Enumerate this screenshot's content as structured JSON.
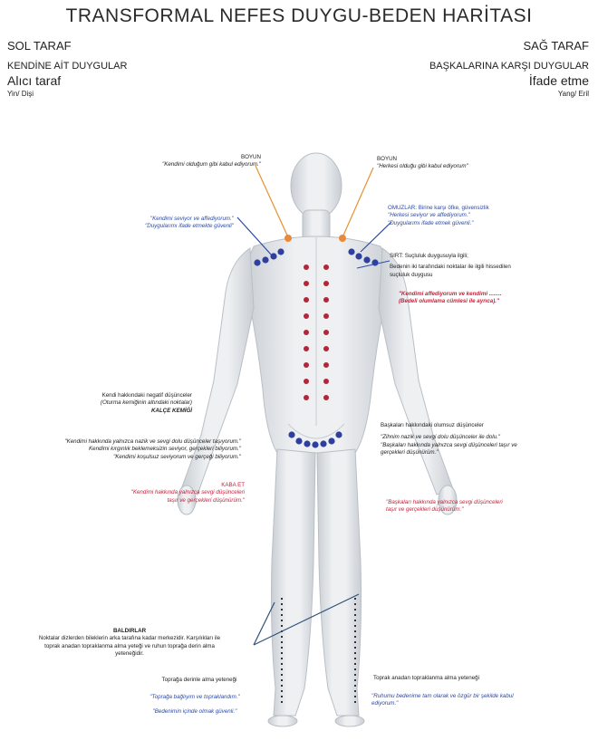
{
  "title": "TRANSFORMAL NEFES DUYGU-BEDEN HARİTASI",
  "left_side": {
    "heading": "SOL TARAF",
    "subheading": "KENDİNE AİT DUYGULAR",
    "role": "Alıcı taraf",
    "energy": "Yin/ Dişi"
  },
  "right_side": {
    "heading": "SAĞ TARAF",
    "subheading": "BAŞKALARINA KARŞI DUYGULAR",
    "role": "İfade etme",
    "energy": "Yang/ Eril"
  },
  "annotations": {
    "neck_left": {
      "label": "BOYUN",
      "quote": "\"Kendimi olduğum gibi kabul ediyorum.\""
    },
    "neck_right": {
      "label": "BOYUN",
      "quote": "\"Herkesi olduğu gibi kabul ediyorum\""
    },
    "shoulder_left": {
      "line1": "\"Kendimi seviyor ve affediyorum.\"",
      "line2": "\"Duygularımı ifade etmekte güvenli\""
    },
    "shoulder_right": {
      "label": "OMUZLAR: Birine karşı öfke, güvensizlik",
      "line1": "\"Herkesi seviyor ve affediyorum.\"",
      "line2": "\"Duygularımı ifade etmek güvenli.\""
    },
    "back": {
      "label": "SIRT: Suçluluk duygusuyla ilgili;",
      "text1": "Bedenin iki tarafındaki noktalar ile ilgili hissedilen",
      "text2": "suçluluk duygusu",
      "red1": "\"Kendimi affediyorum ve kendimi ........",
      "red2": "(Bedeli olumlama cümlesi ile ayrıca).\""
    },
    "self_negative": {
      "line1": "Kendi hakkındaki negatif düşünceler",
      "line2": "(Oturma kemiğinin altındaki noktalar)",
      "line3": "KALÇE KEMİĞİ",
      "q1": "\"Kendimi hakkında yalnızca nazik ve sevgi dolu düşünceler taşıyorum.\"",
      "q2": "Kendimi kırgınlık beklemeksizin seviyor, gerçekleri biliyorum.\"",
      "q3": "\"Kendimi koşulsuz seviyorum ve gerçeği biliyorum.\""
    },
    "others_negative": {
      "line1": "Başkaları hakkındaki olumsuz düşünceler",
      "q1": "\"Zihnim nazik ve sevgi dolu düşünceler ile dolu.\"",
      "q2": "\"Başkaları hakkında yalnızca sevgi düşünceleri taşır ve",
      "q3": "gerçekleri düşünürüm.\""
    },
    "hip_left": {
      "label": "KABA ET",
      "q1": "\"Kendimi hakkında yalnızca sevgi düşünceleri",
      "q2": "taşır ve gerçekleri düşünürüm.\""
    },
    "hip_right": {
      "q1": "\"Başkaları hakkında yalnızca sevgi düşünceleri",
      "q2": "taşır ve gerçekleri düşünürüm.\""
    },
    "calves": {
      "label": "BALDIRLAR",
      "t1": "Noktalar dizlerden bileklerin arka tarafına kadar merkezidir. Karşılıkları ile",
      "t2": "toprak anadan topraklanma alma yeteği ve ruhun toprağa derin alma",
      "t3": "yeteneğidir."
    },
    "ground_left": {
      "label": "Toprağa derinle alma yeteneği",
      "q1": "\"Toprağa bağlıyım ve topraklandım.\"",
      "q2": "\"Bedenimin içinde olmak güvenli.\""
    },
    "ground_right": {
      "label": "Toprak anadan topraklanma alma yeteneği",
      "q1": "\"Ruhumu bedenime tam olarak ve özgür bir şekilde kabul",
      "q2": "ediyorum.\""
    }
  },
  "colors": {
    "spine_points": "#b4243a",
    "blue_points": "#2e3fa0",
    "orange_points": "#e88a3a",
    "neck_lines": "#e8902e",
    "shoulder_lines": "#2a4aa8",
    "calf_lines": "#2f4f7a"
  },
  "icons": [
    "body-figure-illustration"
  ]
}
